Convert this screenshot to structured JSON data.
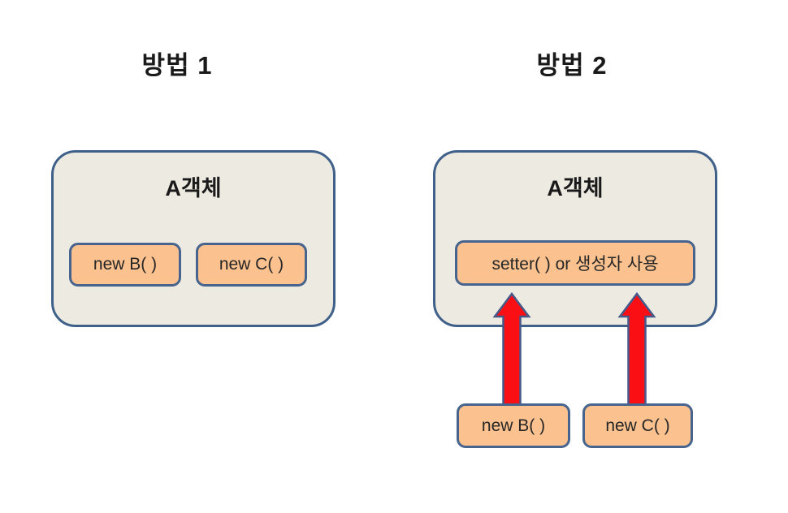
{
  "headings": {
    "method1": "방법 1",
    "method2": "방법 2"
  },
  "method1": {
    "object_title": "A객체",
    "nodes": [
      "new B( )",
      "new C( )"
    ]
  },
  "method2": {
    "object_title": "A객체",
    "setter_node": "setter( ) or 생성자 사용",
    "source_nodes": [
      "new B( )",
      "new C( )"
    ],
    "arrow_icon": "up-arrow-icon"
  },
  "colors": {
    "container_fill": "#eceae1",
    "container_border": "#3f6089",
    "node_fill": "#fbc18e",
    "node_border": "#47648e",
    "arrow_fill": "#fa0f14",
    "arrow_stroke": "#45598a",
    "heading_text": "#1a1a1a",
    "node_text": "#262626"
  }
}
